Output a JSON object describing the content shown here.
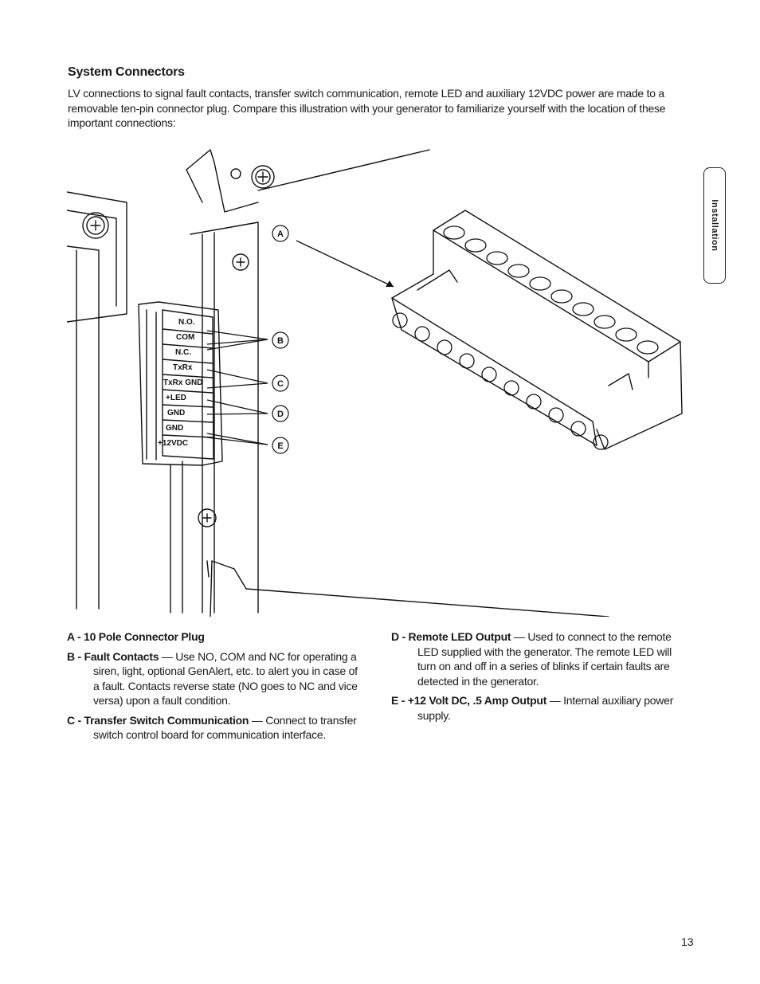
{
  "section": {
    "title": "System Connectors",
    "intro": "LV connections to signal fault contacts, transfer switch communication, remote LED and auxiliary 12VDC power are made to a removable ten-pin connector plug. Compare this illustration with your generator to familiarize yourself with the location of these important connections:"
  },
  "side_tab": {
    "label": "Installation"
  },
  "diagram": {
    "terminal_labels": [
      "N.O.",
      "COM",
      "N.C.",
      "TxRx",
      "TxRx GND",
      "+LED",
      "GND",
      "GND",
      "+12VDC"
    ],
    "callouts": [
      "A",
      "B",
      "C",
      "D",
      "E"
    ]
  },
  "legend": {
    "left": [
      {
        "term": "A - 10 Pole Connector Plug",
        "desc": ""
      },
      {
        "term": "B - Fault Contacts",
        "desc": " — Use NO, COM and NC for operating a siren, light, optional GenAlert, etc. to alert you in case of a fault. Contacts reverse state (NO goes to NC and vice versa) upon a fault condition."
      },
      {
        "term": "C - Transfer Switch Communication",
        "desc": " — Connect to transfer switch control board for communication interface."
      }
    ],
    "right": [
      {
        "term": "D - Remote LED Output",
        "desc": " — Used to connect to the remote LED supplied with the generator. The remote LED will turn on and off in a series of blinks if certain faults are detected in the generator."
      },
      {
        "term": "E - +12 Volt DC, .5 Amp Output",
        "desc": " — Internal auxiliary power supply."
      }
    ]
  },
  "footer": {
    "page_number": "13"
  }
}
